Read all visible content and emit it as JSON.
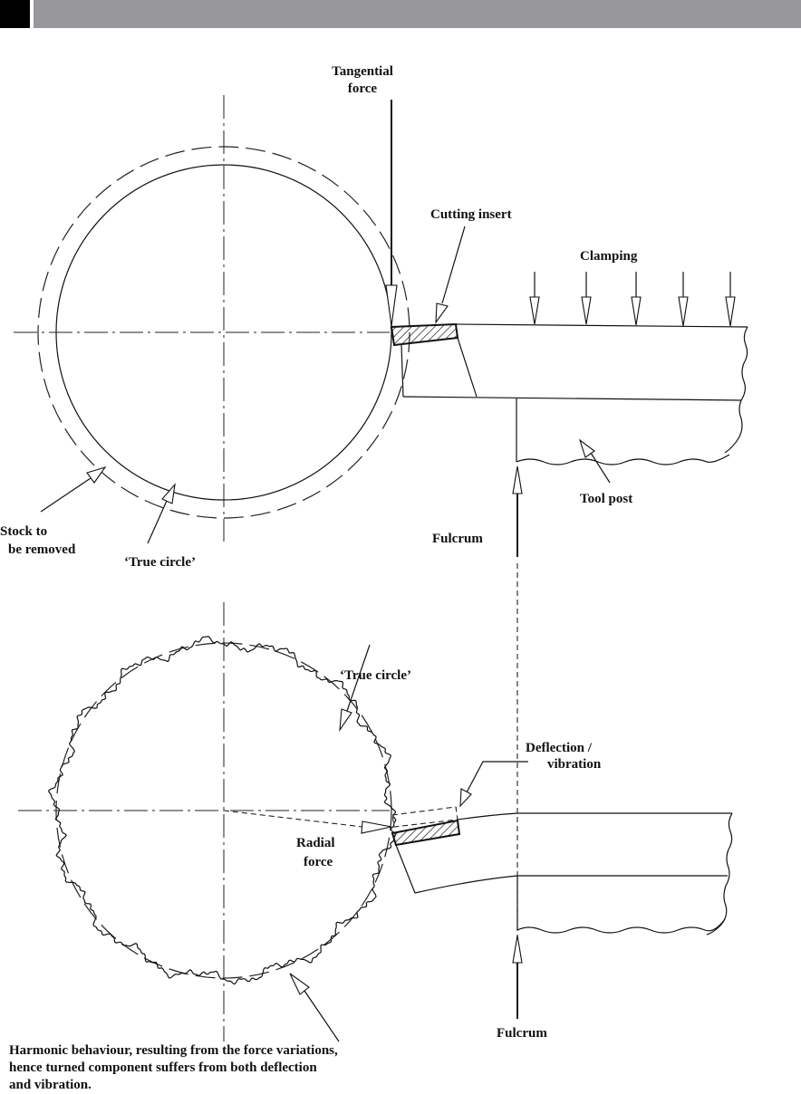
{
  "header": {
    "accent_block_color": "#000000",
    "band_color": "#98979b"
  },
  "top_diagram": {
    "tangential_force": [
      "Tangential",
      "force"
    ],
    "cutting_insert": "Cutting insert",
    "clamping": "Clamping",
    "tool_post": "Tool post",
    "fulcrum": "Fulcrum",
    "stock": [
      "Stock to",
      "be removed"
    ],
    "true_circle": "‘True circle’"
  },
  "bottom_diagram": {
    "true_circle": "‘True circle’",
    "deflection": [
      "Deflection /",
      "vibration"
    ],
    "radial_force": [
      "Radial",
      "force"
    ],
    "fulcrum": "Fulcrum"
  },
  "caption": [
    "Harmonic behaviour, resulting from the force variations,",
    "hence turned component suffers from both deflection",
    "and vibration."
  ]
}
